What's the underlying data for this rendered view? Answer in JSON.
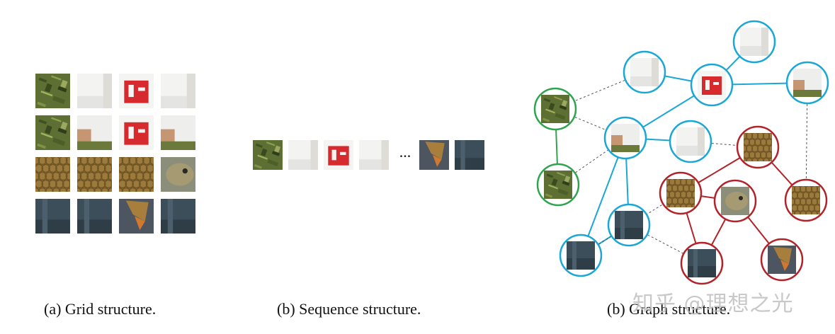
{
  "captions": {
    "grid": "(a) Grid structure.",
    "sequence": "(b) Sequence structure.",
    "graph": "(b) Graph structure."
  },
  "sequence_ellipsis": "...",
  "watermark": "知乎 @理想之光",
  "colors": {
    "blue": "#1aa7d6",
    "green": "#2ea44f",
    "red": "#b22229",
    "dashed": "#555555"
  },
  "patch_types": {
    "foliage": "green foliage patch",
    "shirt": "white t-shirt patch",
    "logo": "red shirt logo patch",
    "arm": "skin and shirt patch",
    "scales": "fish scales patch",
    "head": "fish head patch",
    "jeans": "blue jeans patch",
    "fin": "orange fish fin patch"
  },
  "grid_tiles": [
    "foliage",
    "shirt",
    "logo",
    "shirt",
    "foliage",
    "arm",
    "logo",
    "arm",
    "scales",
    "scales",
    "scales",
    "head",
    "jeans",
    "jeans",
    "fin",
    "jeans"
  ],
  "sequence_tiles": [
    "foliage",
    "shirt",
    "logo",
    "shirt",
    "fin",
    "jeans"
  ],
  "graph_nodes": [
    {
      "id": "n1",
      "patch": "shirt",
      "group": "blue"
    },
    {
      "id": "n2",
      "patch": "shirt",
      "group": "blue"
    },
    {
      "id": "n3",
      "patch": "logo",
      "group": "blue"
    },
    {
      "id": "n4",
      "patch": "arm",
      "group": "blue"
    },
    {
      "id": "n5",
      "patch": "foliage",
      "group": "green"
    },
    {
      "id": "n6",
      "patch": "arm",
      "group": "blue"
    },
    {
      "id": "n7",
      "patch": "shirt",
      "group": "blue"
    },
    {
      "id": "n8",
      "patch": "scales",
      "group": "red"
    },
    {
      "id": "n9",
      "patch": "foliage",
      "group": "green"
    },
    {
      "id": "n10",
      "patch": "scales",
      "group": "red"
    },
    {
      "id": "n11",
      "patch": "head",
      "group": "red"
    },
    {
      "id": "n12",
      "patch": "scales",
      "group": "red"
    },
    {
      "id": "n13",
      "patch": "jeans",
      "group": "blue"
    },
    {
      "id": "n14",
      "patch": "jeans",
      "group": "blue"
    },
    {
      "id": "n15",
      "patch": "jeans",
      "group": "red"
    },
    {
      "id": "n16",
      "patch": "fin",
      "group": "red"
    }
  ],
  "graph_edges": [
    {
      "from": "n2",
      "to": "n3",
      "style": "blue"
    },
    {
      "from": "n1",
      "to": "n3",
      "style": "blue"
    },
    {
      "from": "n3",
      "to": "n4",
      "style": "blue"
    },
    {
      "from": "n3",
      "to": "n6",
      "style": "blue"
    },
    {
      "from": "n6",
      "to": "n7",
      "style": "blue"
    },
    {
      "from": "n6",
      "to": "n13",
      "style": "blue"
    },
    {
      "from": "n6",
      "to": "n14",
      "style": "blue"
    },
    {
      "from": "n13",
      "to": "n14",
      "style": "blue"
    },
    {
      "from": "n5",
      "to": "n9",
      "style": "green"
    },
    {
      "from": "n8",
      "to": "n10",
      "style": "red"
    },
    {
      "from": "n8",
      "to": "n12",
      "style": "red"
    },
    {
      "from": "n10",
      "to": "n11",
      "style": "red"
    },
    {
      "from": "n10",
      "to": "n15",
      "style": "red"
    },
    {
      "from": "n11",
      "to": "n15",
      "style": "red"
    },
    {
      "from": "n11",
      "to": "n16",
      "style": "red"
    },
    {
      "from": "n2",
      "to": "n5",
      "style": "dashed"
    },
    {
      "from": "n5",
      "to": "n6",
      "style": "dashed"
    },
    {
      "from": "n9",
      "to": "n6",
      "style": "dashed"
    },
    {
      "from": "n7",
      "to": "n8",
      "style": "dashed"
    },
    {
      "from": "n4",
      "to": "n12",
      "style": "dashed"
    },
    {
      "from": "n14",
      "to": "n10",
      "style": "dashed"
    },
    {
      "from": "n13",
      "to": "n15",
      "style": "dashed"
    }
  ]
}
